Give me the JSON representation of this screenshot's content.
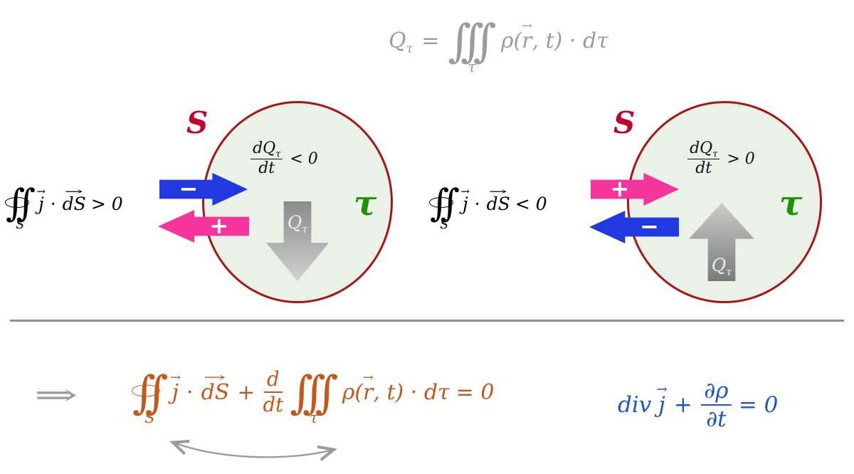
{
  "colors": {
    "muted_gray": "#9b9b9b",
    "circle_border": "#a51616",
    "circle_fill": "#eaf2e7",
    "surface_label_red": "#c10030",
    "volume_label_green": "#1c9400",
    "arrow_blue": "#2139df",
    "arrow_pink": "#f5359c",
    "charge_arrow_gray": "#9a9a9a",
    "conservation_orange": "#c2591b",
    "local_blue": "#1f55c8",
    "text_black": "#101010"
  },
  "glyphs": {
    "vec_arrow": "→",
    "int_double": "∫∫",
    "int_triple": "∫∫∫",
    "implies": "⇒"
  },
  "top_formula": {
    "symbol": "Q",
    "symbol_sub": "τ",
    "equals": "=",
    "int_sub": "τ",
    "integrand_open": "ρ(",
    "vec_var": "r",
    "integrand_close": ", t) · dτ"
  },
  "left_region": {
    "surface_label": "S",
    "volume_label": "τ",
    "rate_num_main": "dQ",
    "rate_num_sub": "τ",
    "rate_den": "dt",
    "rate_relation": "< 0",
    "charge_symbol": "Q",
    "charge_sub": "τ",
    "inflow_sign": "−",
    "outflow_sign": "+",
    "flux_int_sub": "S",
    "flux_j": "j",
    "flux_dot": "·",
    "flux_ds": "dS",
    "flux_relation": "> 0"
  },
  "right_region": {
    "surface_label": "S",
    "volume_label": "τ",
    "rate_num_main": "dQ",
    "rate_num_sub": "τ",
    "rate_den": "dt",
    "rate_relation": "> 0",
    "charge_symbol": "Q",
    "charge_sub": "τ",
    "inflow_sign": "+",
    "outflow_sign": "−",
    "flux_int_sub": "S",
    "flux_j": "j",
    "flux_dot": "·",
    "flux_ds": "dS",
    "flux_relation": "< 0"
  },
  "bottom": {
    "implies": "⇒",
    "conservation": {
      "int_sub_s": "S",
      "j": "j",
      "dot": "·",
      "ds": "dS",
      "plus": "+",
      "ddt_num": "d",
      "ddt_den": "dt",
      "int_sub_tau": "τ",
      "integrand_open": "ρ(",
      "vec_var": "r",
      "integrand_close": ", t) · dτ",
      "equals_zero": "= 0"
    },
    "local": {
      "operator": "div",
      "j": "j",
      "plus": "+",
      "num": "∂ρ",
      "den": "∂t",
      "equals_zero": "= 0"
    }
  }
}
